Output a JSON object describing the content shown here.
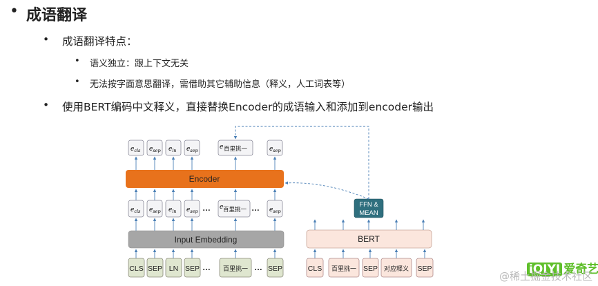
{
  "slide": {
    "bullet_symbol": "•",
    "sub_bullet_symbol": "•",
    "title": "成语翻译",
    "point1": "成语翻译特点：",
    "point1_sub1": "语义独立：跟上下文无关",
    "point1_sub2": "无法按字面意思翻译，需借助其它辅助信息（释义，人工词表等）",
    "point2": "使用BERT编码中文释义，直接替换Encoder的成语输入和添加到encoder输出"
  },
  "diagram": {
    "encoder_label": "Encoder",
    "input_embedding_label": "Input Embedding",
    "bert_label": "BERT",
    "ffn_label_line1": "FFN &",
    "ffn_label_line2": "MEAN",
    "ellipsis": "…",
    "tok_e": "e",
    "tok_cls_sub": "cls",
    "tok_sep_sub": "sep",
    "tok_ln_sub": "ln",
    "tok_idiom": "百里挑一",
    "input_cls": "CLS",
    "input_sep": "SEP",
    "input_ln": "LN",
    "input_idiom": "百里挑一",
    "bert_in_cls": "CLS",
    "bert_in_idiom": "百里挑一",
    "bert_in_sep": "SEP",
    "bert_in_def": "对应释义",
    "bert_in_sep2": "SEP",
    "colors": {
      "encoder": "#e8721c",
      "embedding": "#a6a6a6",
      "bert_fill": "#fbe6dd",
      "ffn": "#2f6f7e",
      "input_box": "#dfe6cf",
      "arrow": "#4a7fb5"
    }
  },
  "watermark": {
    "logo_part1": "iQIYI",
    "logo_part2": "爱奇艺",
    "text": "@稀土掘金技术社区"
  }
}
